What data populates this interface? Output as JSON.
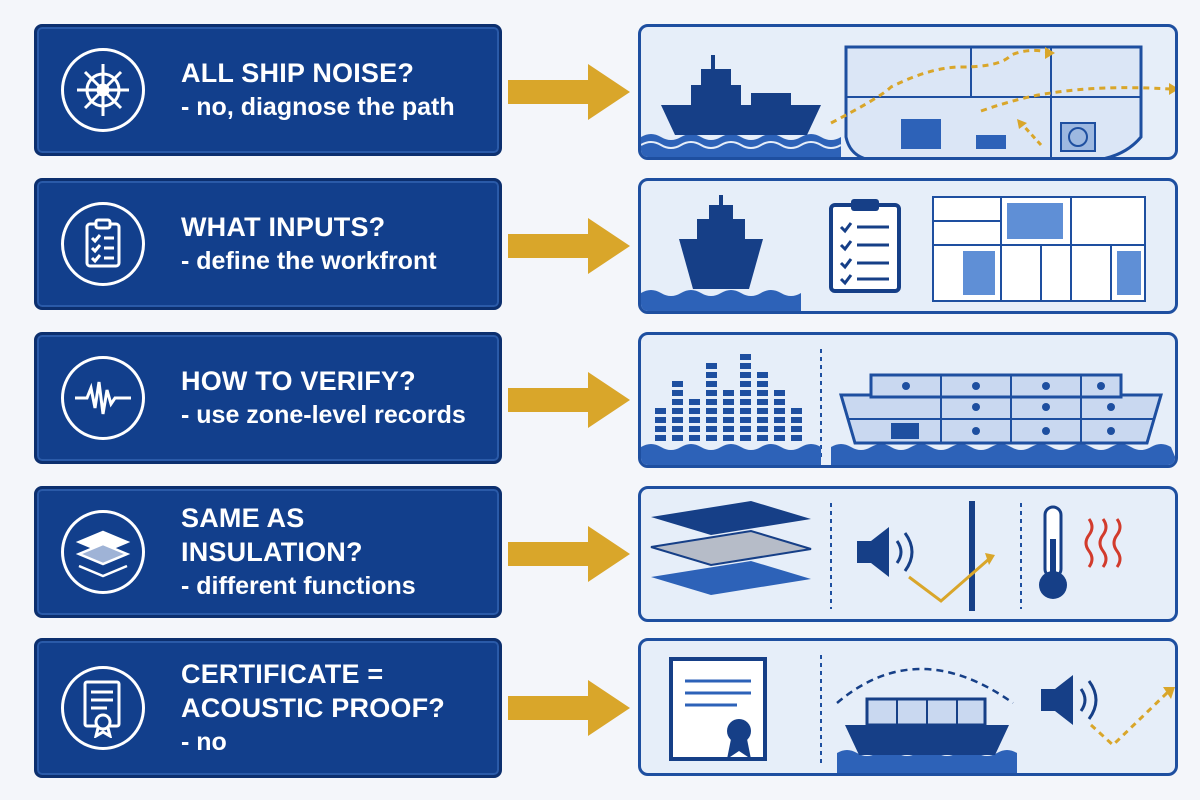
{
  "colors": {
    "navy": "#123f8c",
    "gold": "#d9a62a",
    "panel": "#e6eef9",
    "red": "#d23b2c"
  },
  "rows": [
    {
      "icon": "ship-wheel-icon",
      "title": "ALL SHIP NOISE?",
      "subtitle": "- no, diagnose the path"
    },
    {
      "icon": "checklist-icon",
      "title": "WHAT INPUTS?",
      "subtitle": "- define the workfront"
    },
    {
      "icon": "waveform-icon",
      "title": "HOW TO VERIFY?",
      "subtitle": "- use zone-level records"
    },
    {
      "icon": "layers-icon",
      "title": "SAME AS INSULATION?",
      "subtitle": "- different functions"
    },
    {
      "icon": "certificate-icon",
      "title": "CERTIFICATE =\nACOUSTIC PROOF?",
      "subtitle": "- no"
    }
  ]
}
